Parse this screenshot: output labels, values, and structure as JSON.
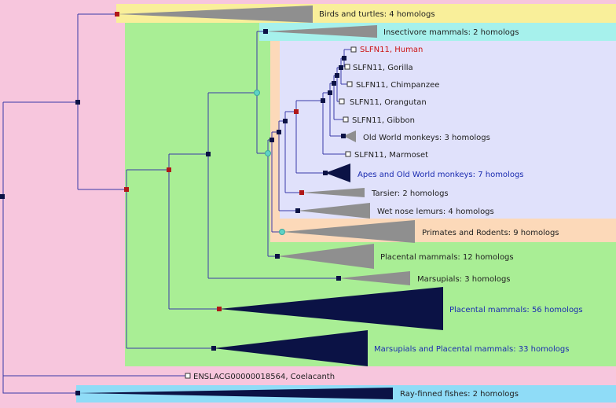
{
  "colors": {
    "outgroup_bg": "#f7c6dd",
    "birds_bg": "#f9ef9a",
    "mammals_bg": "#a9ee95",
    "insectivore_bg": "#a6f1ec",
    "primates_rodents_bg": "#fcd9b9",
    "primates_bg": "#e0e1fb",
    "rayfinned_bg": "#8fdcf7",
    "branch": "#3a3aa8",
    "node_dark": "#0b1245",
    "node_red": "#b01818",
    "node_cyan": "#5fd3c6",
    "grey_clade": "#8f8f8f",
    "dark_clade": "#0b1245",
    "text": "#222222",
    "text_blue": "#1a2bb0",
    "text_red": "#cc1414"
  },
  "labels": {
    "birds": "Birds and turtles: 4 homologs",
    "insectivore": "Insectivore mammals: 2 homologs",
    "human": "SLFN11, Human",
    "gorilla": "SLFN11, Gorilla",
    "chimpanzee": "SLFN11, Chimpanzee",
    "orangutan": "SLFN11, Orangutan",
    "gibbon": "SLFN11, Gibbon",
    "old_world_monkeys": "Old World monkeys: 3 homologs",
    "marmoset": "SLFN11, Marmoset",
    "apes_owm": "Apes and Old World monkeys: 7 homologs",
    "tarsier": "Tarsier: 2 homologs",
    "wet_nose": "Wet nose lemurs: 4 homologs",
    "primates_rodents": "Primates and Rodents: 9 homologs",
    "placental12": "Placental mammals: 12 homologs",
    "marsupials3": "Marsupials: 3 homologs",
    "placental56": "Placental mammals: 56 homologs",
    "marsupials_placental33": "Marsupials and Placental mammals: 33 homologs",
    "coelacanth": "ENSLACG00000018564, Coelacanth",
    "rayfinned": "Ray-finned fishes: 2 homologs"
  }
}
